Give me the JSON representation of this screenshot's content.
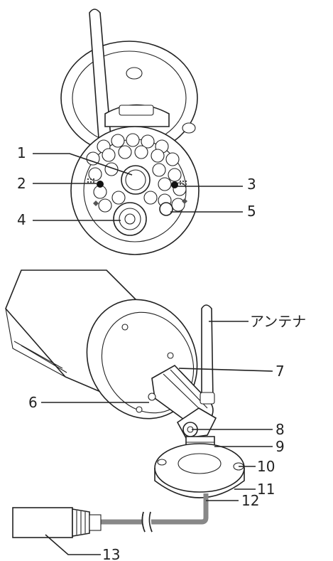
{
  "figure": {
    "top_view": {
      "callouts": [
        {
          "id": "1",
          "label": "1"
        },
        {
          "id": "2",
          "label": "2"
        },
        {
          "id": "3",
          "label": "3"
        },
        {
          "id": "4",
          "label": "4"
        },
        {
          "id": "5",
          "label": "5"
        }
      ]
    },
    "side_view": {
      "callouts": [
        {
          "id": "antenna",
          "label": "アンテナ"
        },
        {
          "id": "6",
          "label": "6"
        },
        {
          "id": "7",
          "label": "7"
        },
        {
          "id": "8",
          "label": "8"
        },
        {
          "id": "9",
          "label": "9"
        },
        {
          "id": "10",
          "label": "10"
        },
        {
          "id": "11",
          "label": "11"
        },
        {
          "id": "12",
          "label": "12"
        },
        {
          "id": "13",
          "label": "13"
        }
      ]
    }
  }
}
